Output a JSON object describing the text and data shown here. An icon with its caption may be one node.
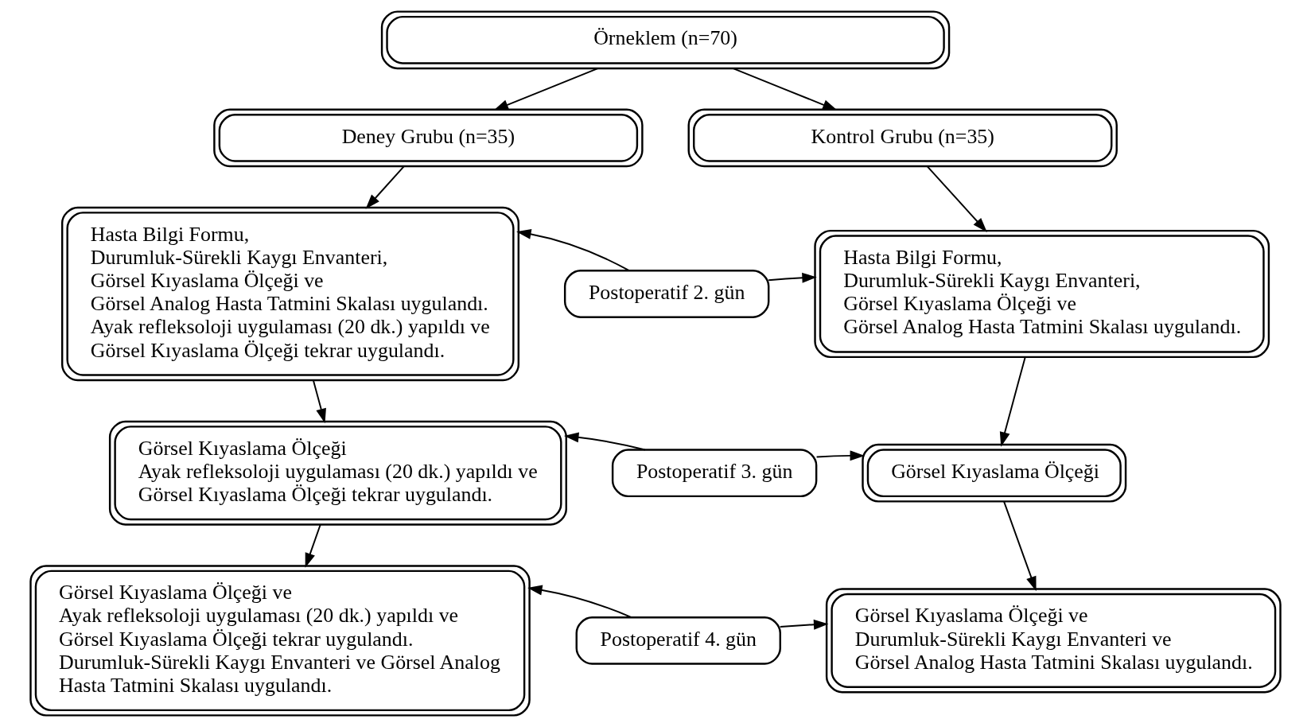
{
  "diagram": {
    "nodes": [
      {
        "text": [
          "Örneklem (n=70)"
        ]
      },
      {
        "text": [
          "Deney Grubu (n=35)"
        ]
      },
      {
        "text": [
          "Kontrol Grubu (n=35)"
        ]
      },
      {
        "text": [
          "Hasta Bilgi Formu,",
          "Durumluk-Sürekli Kaygı Envanteri,",
          "Görsel Kıyaslama Ölçeği ve",
          "Görsel Analog Hasta Tatmini Skalası uygulandı.",
          "Ayak refleksoloji uygulaması (20 dk.) yapıldı ve",
          "Görsel Kıyaslama Ölçeği tekrar uygulandı."
        ]
      },
      {
        "text": [
          "Postoperatif 2. gün"
        ]
      },
      {
        "text": [
          "Hasta Bilgi Formu,",
          "Durumluk-Sürekli Kaygı Envanteri,",
          "Görsel Kıyaslama Ölçeği ve",
          "Görsel Analog Hasta Tatmini Skalası uygulandı."
        ]
      },
      {
        "text": [
          "Görsel Kıyaslama Ölçeği",
          "Ayak refleksoloji uygulaması (20 dk.) yapıldı ve",
          "Görsel Kıyaslama Ölçeği tekrar uygulandı."
        ]
      },
      {
        "text": [
          "Postoperatif 3. gün"
        ]
      },
      {
        "text": [
          "Görsel Kıyaslama Ölçeği"
        ]
      },
      {
        "text": [
          "Görsel Kıyaslama Ölçeği ve",
          "Ayak refleksoloji uygulaması (20 dk.) yapıldı ve",
          "Görsel Kıyaslama Ölçeği tekrar uygulandı.",
          "Durumluk-Sürekli Kaygı Envanteri ve Görsel Analog Hasta Tatmini Skalası uygulandı."
        ]
      },
      {
        "text": [
          "Postoperatif 4. gün"
        ]
      },
      {
        "text": [
          "Görsel Kıyaslama Ölçeği ve",
          "Durumluk-Sürekli Kaygı Envanteri ve",
          "Görsel Analog Hasta Tatmini Skalası uygulandı."
        ]
      }
    ],
    "edges": [
      {
        "from": 0,
        "to": 1,
        "arrow": "to"
      },
      {
        "from": 0,
        "to": 2,
        "arrow": "to"
      },
      {
        "from": 1,
        "to": 3,
        "arrow": "to"
      },
      {
        "from": 2,
        "to": 5,
        "arrow": "to"
      },
      {
        "from": 4,
        "to": 3,
        "arrow": "to"
      },
      {
        "from": 4,
        "to": 5,
        "arrow": "to"
      },
      {
        "from": 3,
        "to": 6,
        "arrow": "to"
      },
      {
        "from": 5,
        "to": 8,
        "arrow": "to"
      },
      {
        "from": 7,
        "to": 6,
        "arrow": "to"
      },
      {
        "from": 7,
        "to": 8,
        "arrow": "to"
      },
      {
        "from": 6,
        "to": 9,
        "arrow": "to"
      },
      {
        "from": 8,
        "to": 11,
        "arrow": "to"
      },
      {
        "from": 10,
        "to": 9,
        "arrow": "to"
      },
      {
        "from": 10,
        "to": 11,
        "arrow": "to"
      }
    ]
  }
}
